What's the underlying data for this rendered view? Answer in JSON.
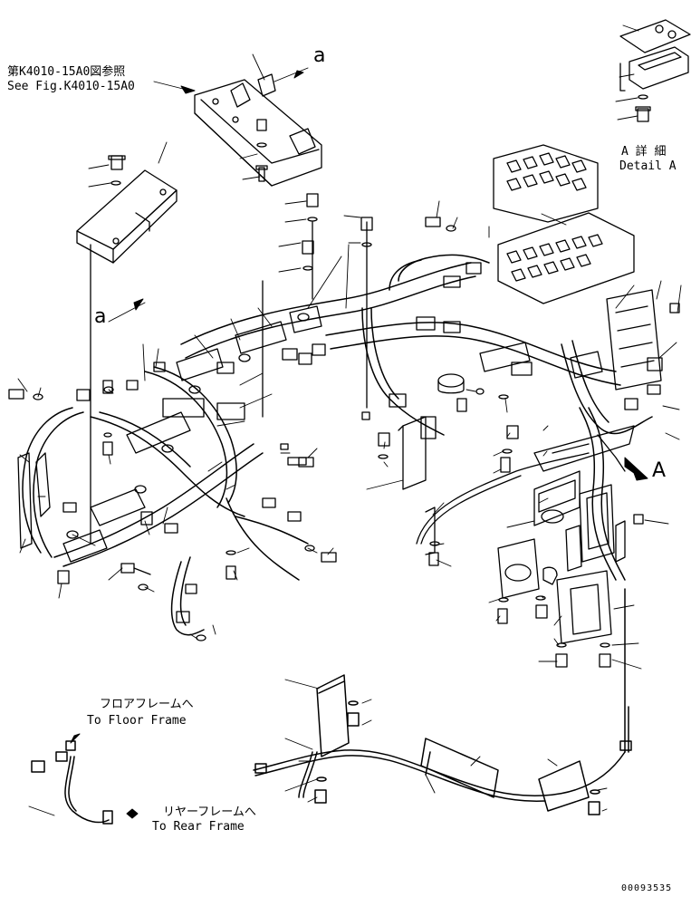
{
  "callouts": {
    "see_fig_jp": "第K4010-15A0図参照",
    "see_fig_en": "See Fig.K4010-15A0",
    "detail_jp": "A 詳 細",
    "detail_en": "Detail A",
    "view_a": "A",
    "mark_a_top": "a",
    "mark_a_left": "a",
    "floor_jp": "フロアフレームへ",
    "floor_en": "To Floor Frame",
    "rear_jp": "リヤーフレームへ",
    "rear_en": "To Rear Frame"
  },
  "drawing_number": "00093535",
  "colors": {
    "ink": "#000000",
    "paper": "#ffffff"
  }
}
